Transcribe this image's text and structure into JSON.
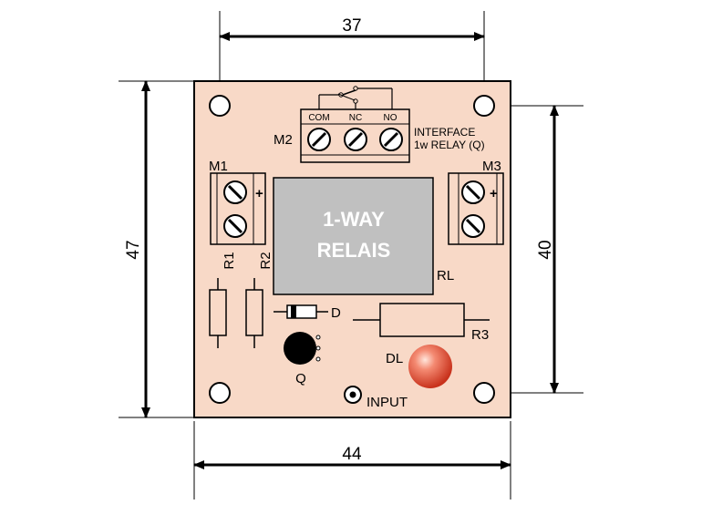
{
  "dimensions": {
    "top_width": "37",
    "bottom_width": "44",
    "left_height": "47",
    "right_height": "40"
  },
  "terminal_m2": {
    "label": "M2",
    "pins": [
      "COM",
      "NC",
      "NO"
    ],
    "caption_line1": "INTERFACE",
    "caption_line2": "1w RELAY (Q)"
  },
  "terminal_m1": {
    "label": "M1",
    "polarity": "+"
  },
  "terminal_m3": {
    "label": "M3",
    "polarity": "+"
  },
  "relay": {
    "line1": "1-WAY",
    "line2": "RELAIS",
    "label": "RL"
  },
  "components": {
    "r1": "R1",
    "r2": "R2",
    "r3": "R3",
    "diode": "D",
    "transistor": "Q",
    "led": "DL",
    "input": "INPUT"
  },
  "colors": {
    "board": "#f8d9c7",
    "relay_body": "#c0c0c0",
    "led": "#e8523a",
    "terminal_block": "#f8d9c7"
  }
}
